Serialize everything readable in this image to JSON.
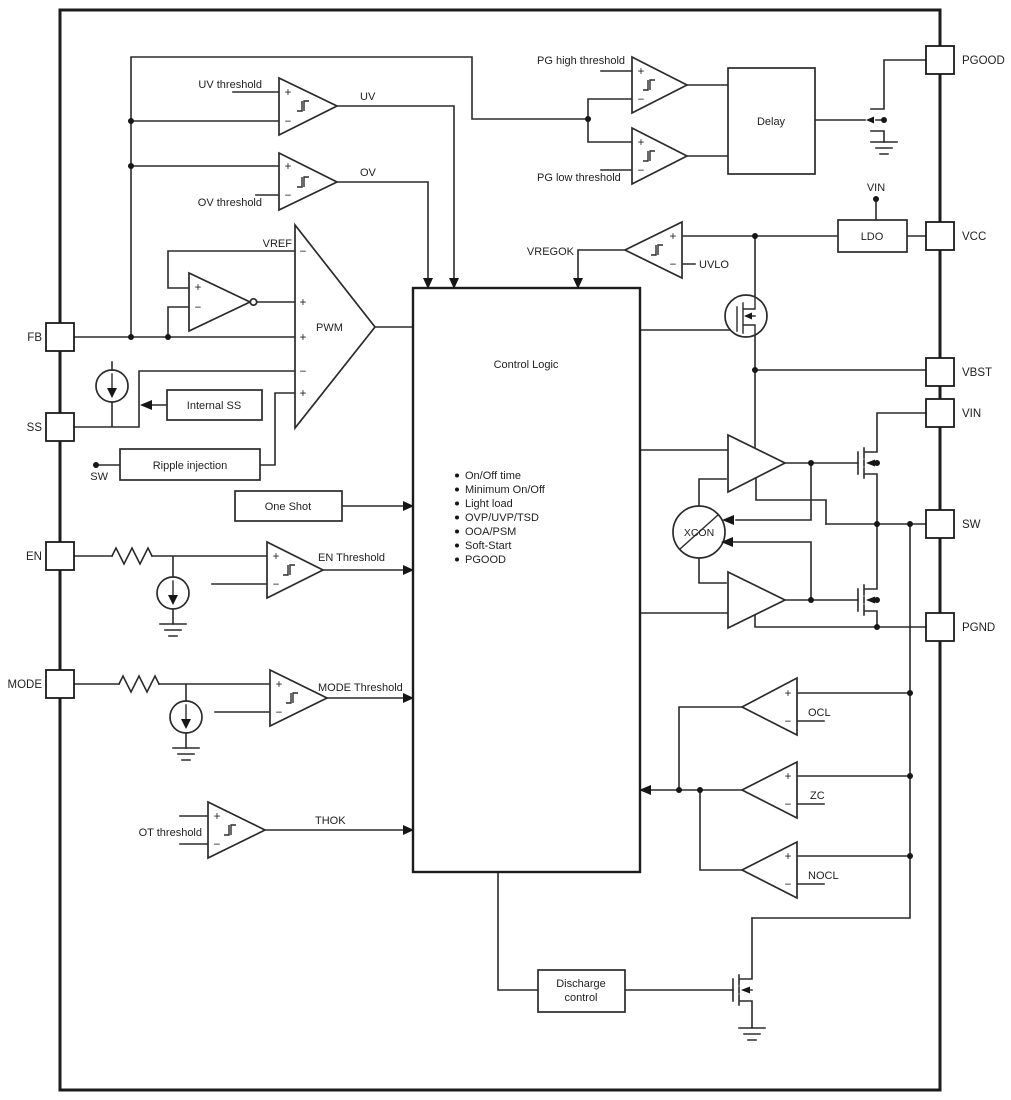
{
  "colors": {
    "line": "#2b2b2b",
    "background": "#ffffff",
    "text": "#1f1f1f"
  },
  "pins": {
    "fb": "FB",
    "ss": "SS",
    "en": "EN",
    "mode": "MODE",
    "pgood": "PGOOD",
    "vcc": "VCC",
    "vbst": "VBST",
    "vin": "VIN",
    "sw": "SW",
    "pgnd": "PGND"
  },
  "labels": {
    "uv_threshold": "UV threshold",
    "uv": "UV",
    "ov_threshold": "OV threshold",
    "ov": "OV",
    "pg_high_threshold": "PG high threshold",
    "pg_low_threshold": "PG low threshold",
    "vref": "VREF",
    "pwm": "PWM",
    "sw_tap": "SW",
    "vregok": "VREGOK",
    "uvlo": "UVLO",
    "vin_supply": "VIN",
    "en_threshold": "EN Threshold",
    "mode_threshold": "MODE Threshold",
    "ot_threshold": "OT threshold",
    "thok": "THOK",
    "ocl": "OCL",
    "zc": "ZC",
    "nocl": "NOCL",
    "xcon": "XCON"
  },
  "blocks": {
    "delay": "Delay",
    "ldo": "LDO",
    "internal_ss": "Internal SS",
    "ripple_injection": "Ripple injection",
    "one_shot": "One Shot",
    "control_logic": "Control Logic",
    "discharge_line1": "Discharge",
    "discharge_line2": "control"
  },
  "control_logic_features": [
    "On/Off time",
    "Minimum On/Off",
    "Light load",
    "OVP/UVP/TSD",
    "OOA/PSM",
    "Soft-Start",
    "PGOOD"
  ],
  "signs": {
    "plus": "+",
    "minus": "−"
  }
}
